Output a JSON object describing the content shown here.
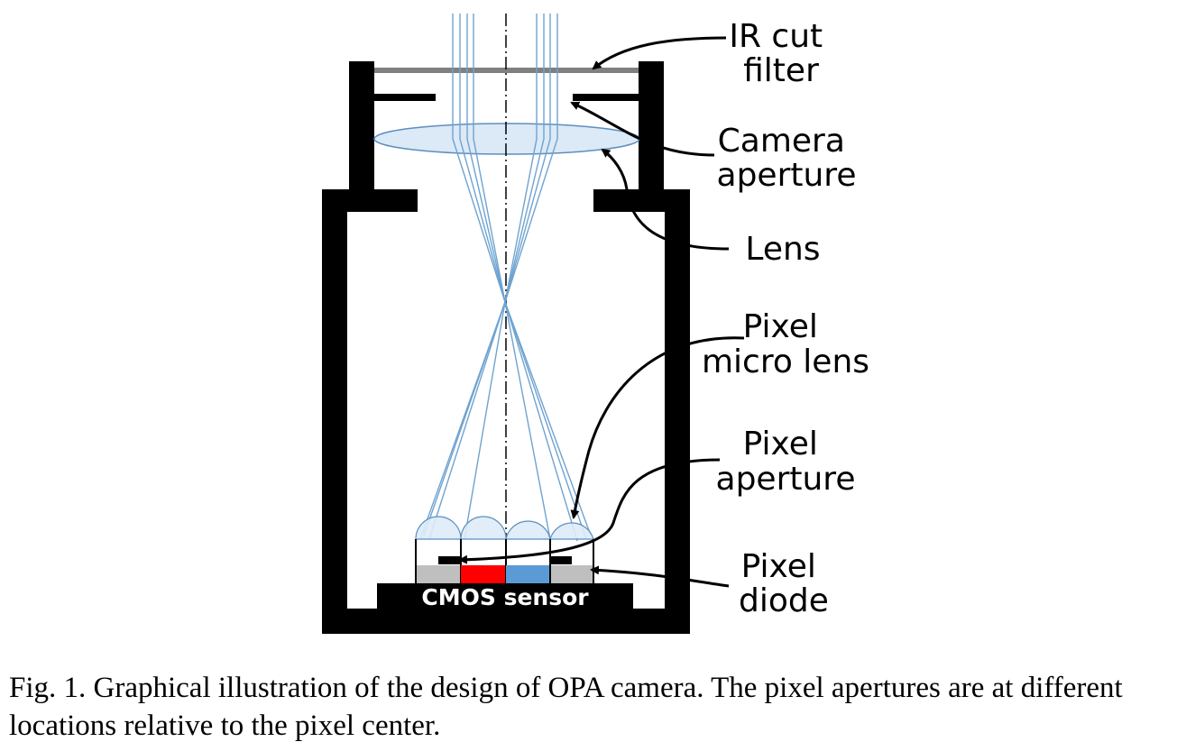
{
  "labels": {
    "ir_cut_filter": [
      "IR cut",
      "filter"
    ],
    "camera_aperture": [
      "Camera",
      "aperture"
    ],
    "lens": "Lens",
    "pixel_micro_lens": [
      "Pixel",
      "micro lens"
    ],
    "pixel_aperture": [
      "Pixel",
      "aperture"
    ],
    "pixel_diode": [
      "Pixel",
      "diode"
    ],
    "cmos_sensor": "CMOS sensor"
  },
  "caption": "Fig. 1. Graphical illustration of the design of OPA camera. The pixel apertures are at different locations relative to the pixel center.",
  "colors": {
    "housing": "#000000",
    "ir_filter": "#808080",
    "lens_fill": "#dce9f6",
    "light_rays": "#6fa3d0",
    "diode_gray": "#bfbfbf",
    "red_filter": "#ff0000",
    "blue_filter": "#5b9bd5",
    "microlens_fill": "#deebf7"
  }
}
